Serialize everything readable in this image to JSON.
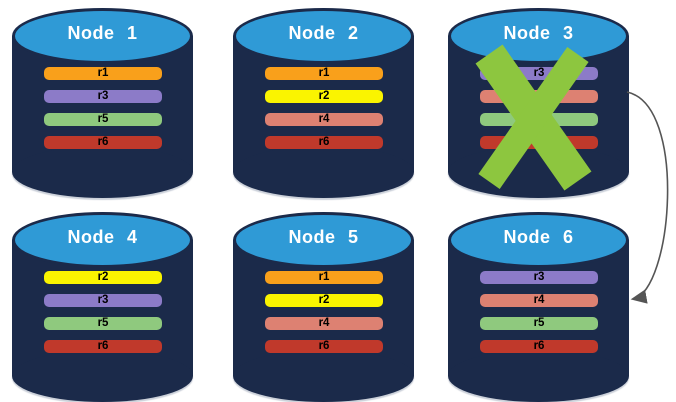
{
  "theme": {
    "background": "#FFFFFF",
    "cylinder_body": "#1B2A4A",
    "cylinder_top": "#2F9AD6",
    "title_text": "#FFFFFF",
    "bar_text": "#000000",
    "x_mark": "#8DC63F",
    "arrow": "#555555"
  },
  "diagram": {
    "description": "Six database nodes holding replicas r1-r6; Node 3 is failed (green X) with an arrow pointing to Node 6",
    "nodes": [
      {
        "id": "node-1",
        "label": "Node 1",
        "failed": false,
        "bars": [
          {
            "label": "r1",
            "color": "#F9A01B"
          },
          {
            "label": "r3",
            "color": "#8C7BC8"
          },
          {
            "label": "r5",
            "color": "#8FC97E"
          },
          {
            "label": "r6",
            "color": "#C0392B"
          }
        ]
      },
      {
        "id": "node-2",
        "label": "Node 2",
        "failed": false,
        "bars": [
          {
            "label": "r1",
            "color": "#F9A01B"
          },
          {
            "label": "r2",
            "color": "#FAF400"
          },
          {
            "label": "r4",
            "color": "#DD8172"
          },
          {
            "label": "r6",
            "color": "#C0392B"
          }
        ]
      },
      {
        "id": "node-3",
        "label": "Node 3",
        "failed": true,
        "bars": [
          {
            "label": "r3",
            "color": "#8C7BC8"
          },
          {
            "label": "r4",
            "color": "#DD8172"
          },
          {
            "label": "r5",
            "color": "#8FC97E"
          },
          {
            "label": "r6",
            "color": "#C0392B"
          }
        ]
      },
      {
        "id": "node-4",
        "label": "Node 4",
        "failed": false,
        "bars": [
          {
            "label": "r2",
            "color": "#FAF400"
          },
          {
            "label": "r3",
            "color": "#8C7BC8"
          },
          {
            "label": "r5",
            "color": "#8FC97E"
          },
          {
            "label": "r6",
            "color": "#C0392B"
          }
        ]
      },
      {
        "id": "node-5",
        "label": "Node 5",
        "failed": false,
        "bars": [
          {
            "label": "r1",
            "color": "#F9A01B"
          },
          {
            "label": "r2",
            "color": "#FAF400"
          },
          {
            "label": "r4",
            "color": "#DD8172"
          },
          {
            "label": "r6",
            "color": "#C0392B"
          }
        ]
      },
      {
        "id": "node-6",
        "label": "Node 6",
        "failed": false,
        "bars": [
          {
            "label": "r3",
            "color": "#8C7BC8"
          },
          {
            "label": "r4",
            "color": "#DD8172"
          },
          {
            "label": "r5",
            "color": "#8FC97E"
          },
          {
            "label": "r6",
            "color": "#C0392B"
          }
        ]
      }
    ],
    "arrow": {
      "from": "Node 3",
      "to": "Node 6"
    }
  }
}
